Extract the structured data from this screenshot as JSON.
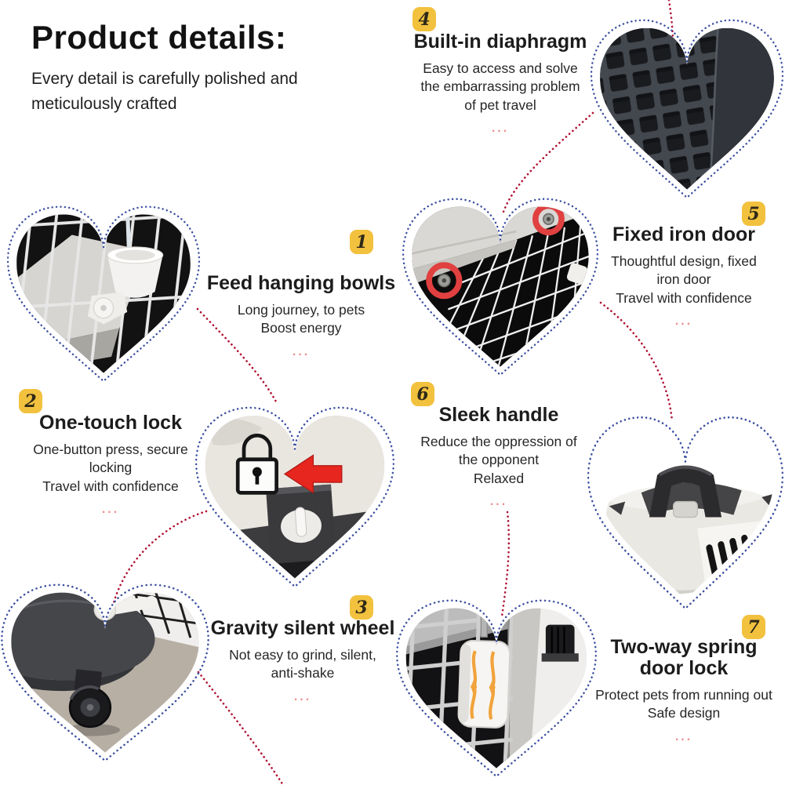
{
  "header": {
    "title": "Product details:",
    "subtitle_line1": "Every detail is carefully polished and",
    "subtitle_line2": "meticulously crafted"
  },
  "misc": {
    "separator": "..."
  },
  "colors": {
    "badge_yellow": "#F2C13E",
    "heart_outline_blue": "#3B4FA0",
    "connector_red": "#B01031",
    "ellipsis_pink": "#EF8F8F",
    "arrow_red": "#E7261F",
    "screw_highlight_red": "#E14040",
    "spring_arrow_orange": "#F1A33C"
  },
  "sections": [
    {
      "number": "1",
      "title": "Feed hanging bowls",
      "desc": [
        "Long journey, to pets",
        "Boost energy"
      ],
      "photo": "crate wire door with hanging feed bowl"
    },
    {
      "number": "2",
      "title": "One-touch lock",
      "desc": [
        "One-button press, secure",
        "locking",
        "Travel with confidence"
      ],
      "photo": "one-touch lock latch with padlock icon and red arrow"
    },
    {
      "number": "3",
      "title": "Gravity silent wheel",
      "desc": [
        "Not easy to grind, silent,",
        "anti-shake"
      ],
      "photo": "crate corner with caster wheel"
    },
    {
      "number": "4",
      "title": "Built-in diaphragm",
      "desc": [
        "Easy to access and solve",
        "the embarrassing problem",
        "of pet travel"
      ],
      "photo": "built-in diaphragm grid tray"
    },
    {
      "number": "5",
      "title": "Fixed iron door",
      "desc": [
        "Thoughtful design, fixed",
        "iron door",
        "Travel with confidence"
      ],
      "photo": "fixed iron door with screw highlight circles"
    },
    {
      "number": "6",
      "title": "Sleek handle",
      "desc": [
        "Reduce the oppression of",
        "the opponent",
        "Relaxed"
      ],
      "photo": "carrier top with sleek handle"
    },
    {
      "number": "7",
      "title": "Two-way spring door lock",
      "desc": [
        "Protect pets from running out",
        "Safe design"
      ],
      "photo": "two-way spring door lock on wire door"
    }
  ]
}
